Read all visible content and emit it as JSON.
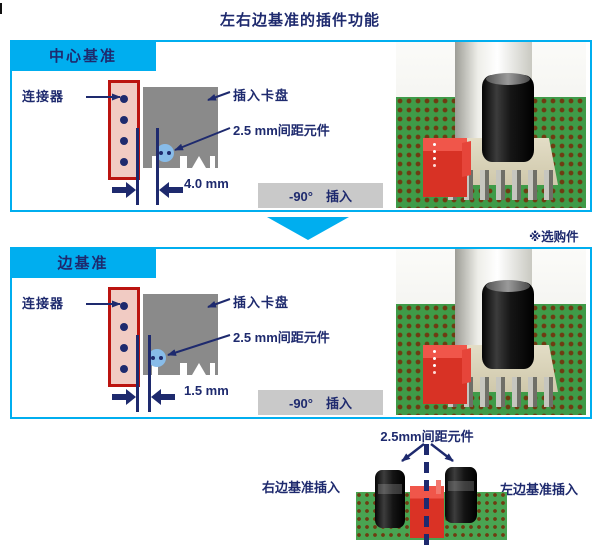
{
  "page": {
    "title": "左右边基准的插件功能",
    "optional_note": "※选购件"
  },
  "panel_center": {
    "tab_label": "中心基准",
    "connector_label": "连接器",
    "chuck_label": "插入卡盘",
    "component_label": "2.5 mm间距元件",
    "dimension_label": "4.0 mm",
    "insert_mode_label": "-90°　插入"
  },
  "panel_edge": {
    "tab_label": "边基准",
    "connector_label": "连接器",
    "chuck_label": "插入卡盘",
    "component_label": "2.5 mm间距元件",
    "dimension_label": "1.5 mm",
    "insert_mode_label": "-90°　插入"
  },
  "footer_diagram": {
    "component_label": "2.5mm间距元件",
    "right_reference_label": "右边基准插入",
    "left_reference_label": "左边基准插入"
  },
  "colors": {
    "accent_cyan": "#00aeef",
    "navy_text": "#1e2a6e",
    "chuck_gray": "#8a8a8a",
    "button_gray": "#c9c9c9",
    "connector_border_red": "#bb1410",
    "connector_fill_pink": "#f1cbc3",
    "component_blue": "#88bce9",
    "pcb_green": "#3f9b48"
  }
}
